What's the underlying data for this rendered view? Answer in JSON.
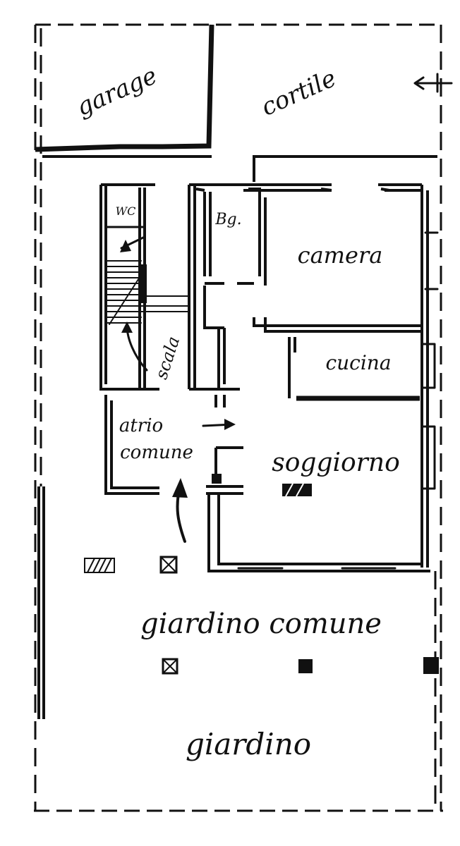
{
  "labels": {
    "garage": "garage",
    "cortile": "cortile",
    "wc": "WC",
    "bagno": "Bg.",
    "camera": "camera",
    "cucina": "cucina",
    "scala": "scala",
    "atrio_line1": "atrio",
    "atrio_line2": "comune",
    "soggiorno": "soggiorno",
    "giardino_comune": "giardino comune",
    "giardino": "giardino"
  },
  "colors": {
    "ink": "#111111",
    "paper": "#ffffff"
  },
  "icons": [
    "north-arrow-icon",
    "entrance-arrow-icon",
    "stair-arrow-icon",
    "flow-arrow-icon",
    "chimney-hatch-icon",
    "tree-symbol-icon"
  ]
}
